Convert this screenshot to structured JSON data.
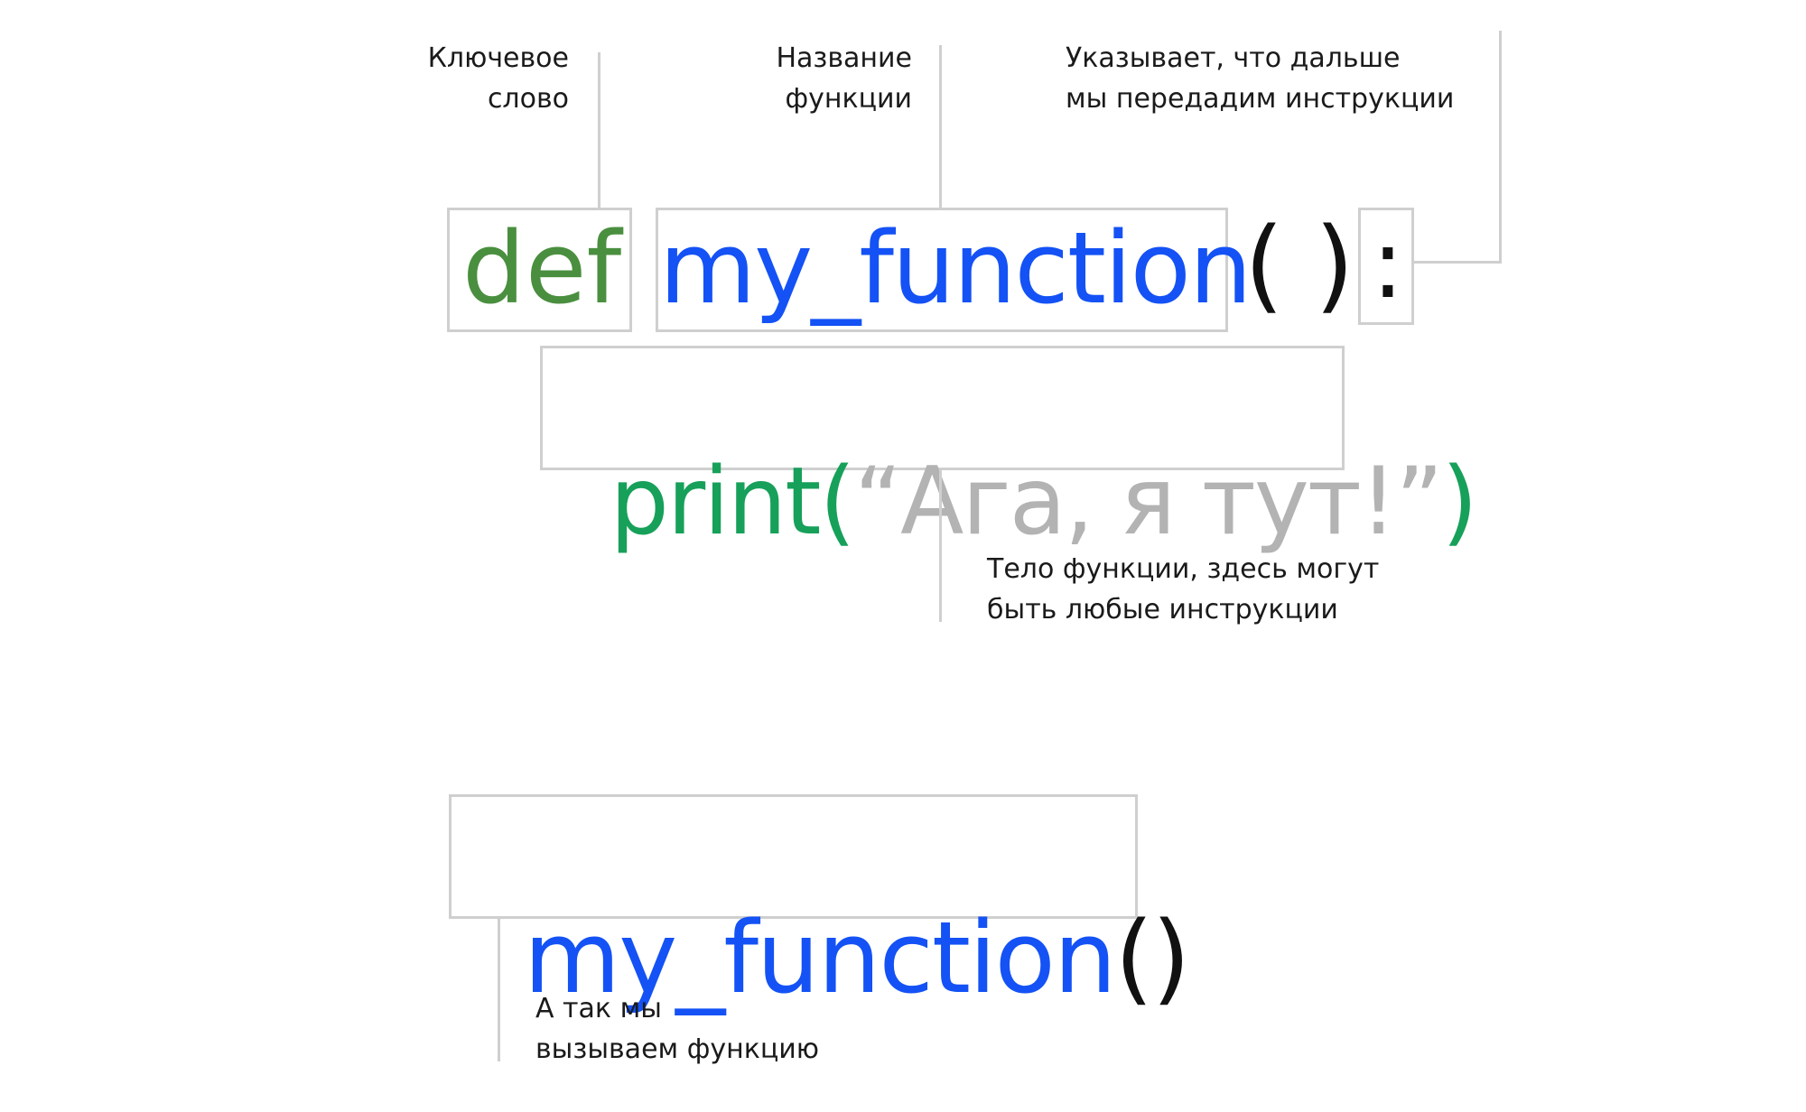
{
  "code_line_1": {
    "keyword": "def",
    "function_name": "my_function",
    "open_paren": "(",
    "close_paren": ")",
    "colon": ":"
  },
  "code_line_2": {
    "print_call": "print(",
    "string": "“Ага, я тут!”",
    "close_paren": ")"
  },
  "code_call": {
    "function_name": "my_function",
    "parens": "()"
  },
  "annotations": {
    "keyword": [
      "Ключевое",
      "слово"
    ],
    "function_name": [
      "Название",
      "функции"
    ],
    "colon": [
      "Указывает, что дальше",
      "мы передадим инструкции"
    ],
    "body": [
      "Тело функции, здесь могут",
      "быть любые инструкции"
    ],
    "call": [
      "А так мы",
      "вызываем функцию"
    ]
  },
  "colors": {
    "keyword": "#4a8f3f",
    "function_name": "#1452f5",
    "print": "#17a05a",
    "string": "#b3b3b3",
    "punctuation": "#111111",
    "box_border": "#cfcfcf",
    "annotation_text": "#1a1a1a"
  }
}
